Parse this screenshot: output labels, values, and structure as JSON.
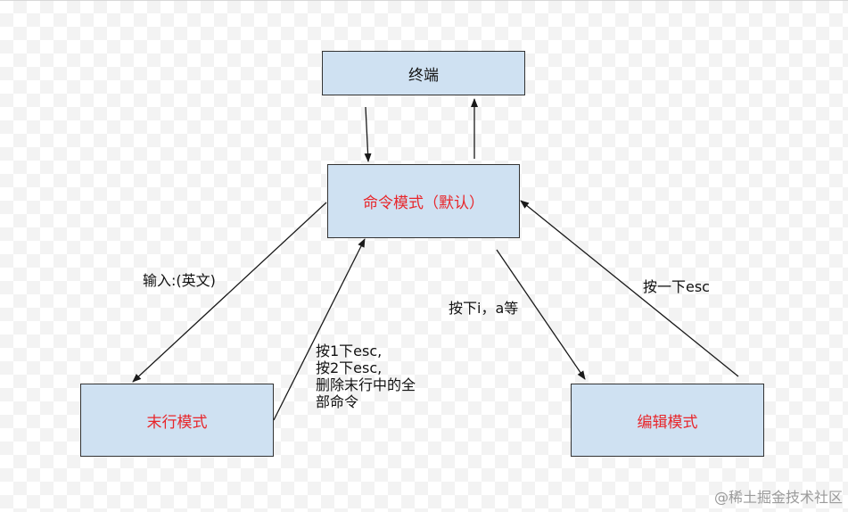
{
  "colors": {
    "node_fill": "#cfe1f2",
    "node_border": "#333333",
    "mode_text": "#e8262b",
    "edge": "#1a1a1a"
  },
  "nodes": {
    "terminal": "终端",
    "command_mode": "命令模式（默认）",
    "last_line_mode": "末行模式",
    "edit_mode": "编辑模式"
  },
  "edges": {
    "to_last_line": "输入:(英文)",
    "last_line_to_command": "按1下esc,\n按2下esc,\n删除末行中的全\n部命令",
    "to_edit": "按下i，a等",
    "edit_to_command": "按一下esc"
  },
  "watermark": "@稀土掘金技术社区"
}
